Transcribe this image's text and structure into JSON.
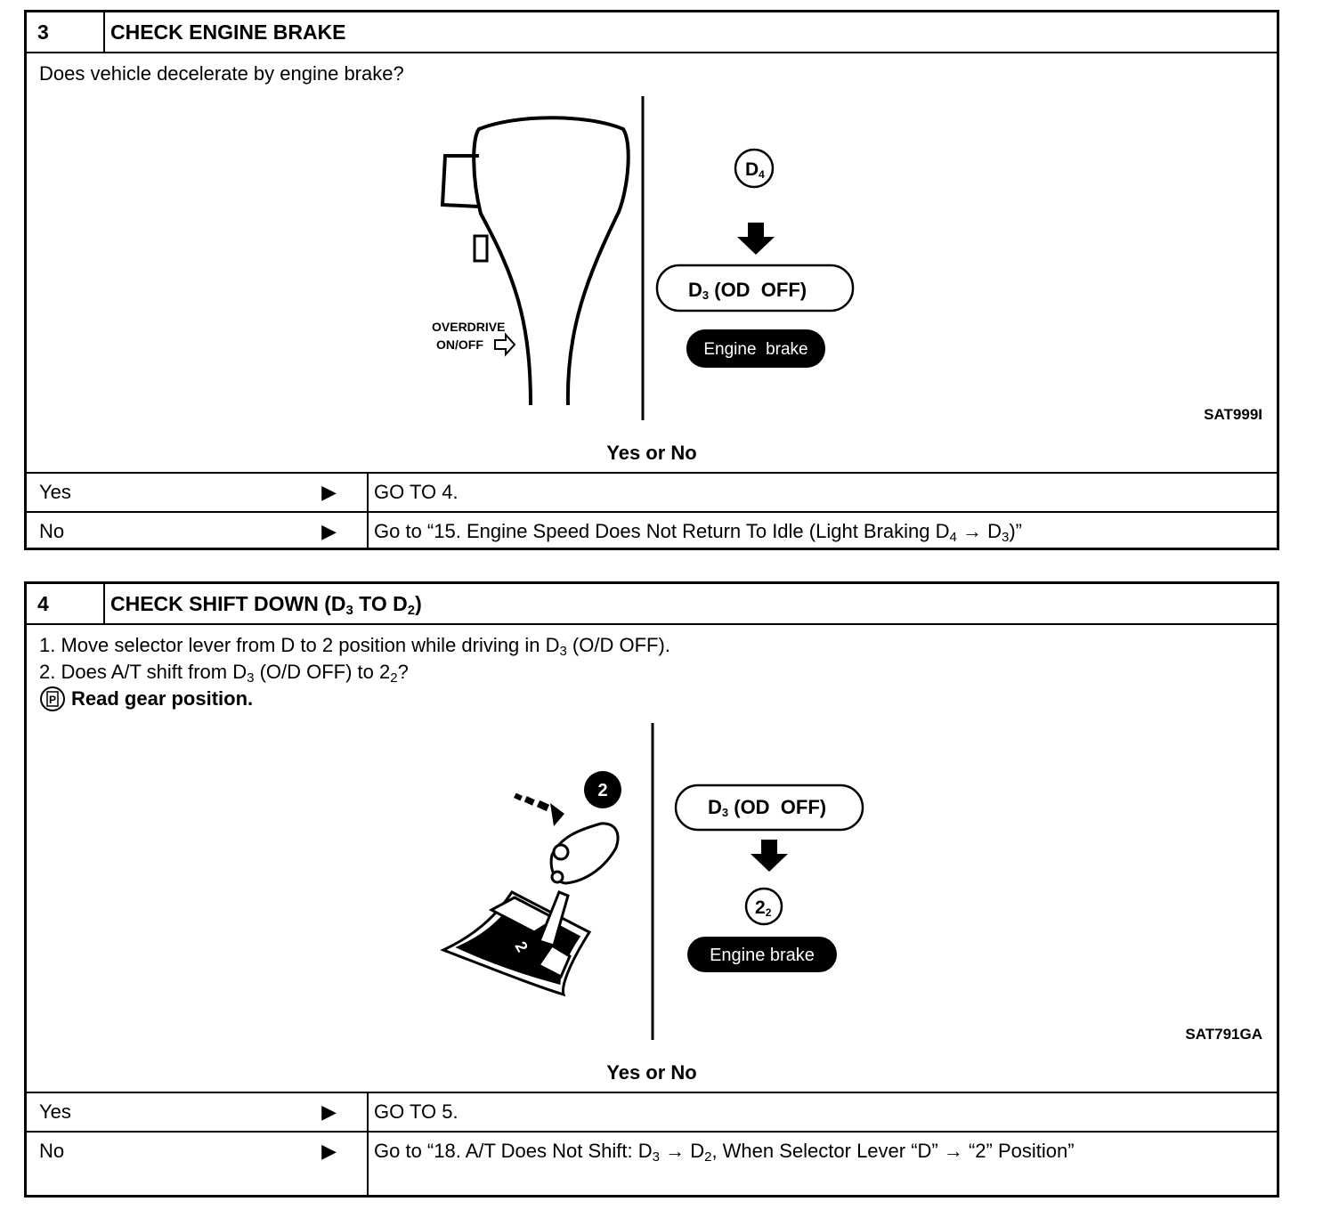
{
  "sections": [
    {
      "number": "3",
      "title": "CHECK ENGINE BRAKE",
      "question": "Does vehicle decelerate by engine brake?",
      "figure": {
        "label_overdrive_1": "OVERDRIVE",
        "label_overdrive_2": "ON/OFF",
        "circle_main": "D",
        "circle_sub": "4",
        "pill_main": "D",
        "pill_sub": "3",
        "pill_rest": " (OD  OFF)",
        "badge": "Engine  brake",
        "ref": "SAT999I"
      },
      "yes_or_no": "Yes or No",
      "rows": [
        {
          "label": "Yes",
          "arrow": "▶",
          "action": "GO TO 4."
        },
        {
          "label": "No",
          "arrow": "▶",
          "action_pre": "Go to “15. Engine Speed Does Not Return To Idle (Light Braking D",
          "sub1": "4",
          "mid": " → D",
          "sub2": "3",
          "post": ")”"
        }
      ]
    },
    {
      "number": "4",
      "title_pre": "CHECK SHIFT DOWN (D",
      "title_sub1": "3",
      "title_mid": " TO D",
      "title_sub2": "2",
      "title_post": ")",
      "steps": [
        {
          "pre": "1.  Move selector lever from D to 2 position while driving in D",
          "sub": "3",
          "post": " (O/D OFF)."
        },
        {
          "pre": "2.  Does A/T shift from D",
          "sub": "3",
          "mid": " (O/D OFF) to 2",
          "sub2": "2",
          "post": "?"
        }
      ],
      "read_icon": "P",
      "read_text": "Read gear position.",
      "figure": {
        "gate_label": "2",
        "badge_num": "2",
        "pill_main": "D",
        "pill_sub": "3",
        "pill_rest": " (OD  OFF)",
        "circle_main": "2",
        "circle_sub": "2",
        "badge": "Engine brake",
        "ref": "SAT791GA"
      },
      "yes_or_no": "Yes or No",
      "rows": [
        {
          "label": "Yes",
          "arrow": "▶",
          "action": "GO TO 5."
        },
        {
          "label": "No",
          "arrow": "▶",
          "action_pre": "Go to “18. A/T Does Not Shift: D",
          "sub1": "3",
          "mid": " → D",
          "sub2": "2",
          "post": ", When Selector Lever “D” → “2” Position”"
        }
      ]
    }
  ]
}
